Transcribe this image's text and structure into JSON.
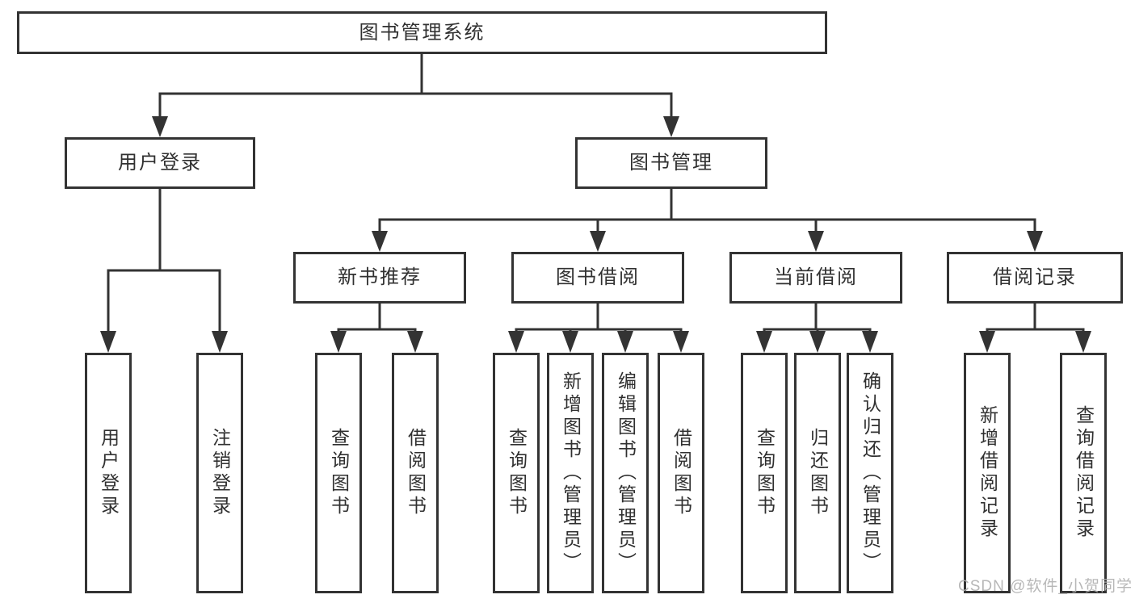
{
  "diagram": {
    "root": {
      "label": "图书管理系统"
    },
    "level2": [
      {
        "label": "用户登录"
      },
      {
        "label": "图书管理"
      }
    ],
    "level3": [
      {
        "label": "新书推荐"
      },
      {
        "label": "图书借阅"
      },
      {
        "label": "当前借阅"
      },
      {
        "label": "借阅记录"
      }
    ],
    "leaves": {
      "user_login": [
        "用户登录",
        "注销登录"
      ],
      "new_book": [
        "查询图书",
        "借阅图书"
      ],
      "book_borrow": [
        "查询图书",
        "新增图书（管理员）",
        "编辑图书（管理员）",
        "借阅图书"
      ],
      "current_borrow": [
        "查询图书",
        "归还图书",
        "确认归还（管理员）"
      ],
      "borrow_record": [
        "新增借阅记录",
        "查询借阅记录"
      ]
    }
  },
  "watermark": {
    "text": "CSDN @软件_小贺同学"
  },
  "colors": {
    "line": "#333333",
    "box_border": "#333333",
    "text": "#303030",
    "watermark": "#b0b0b0",
    "background": "#ffffff"
  }
}
